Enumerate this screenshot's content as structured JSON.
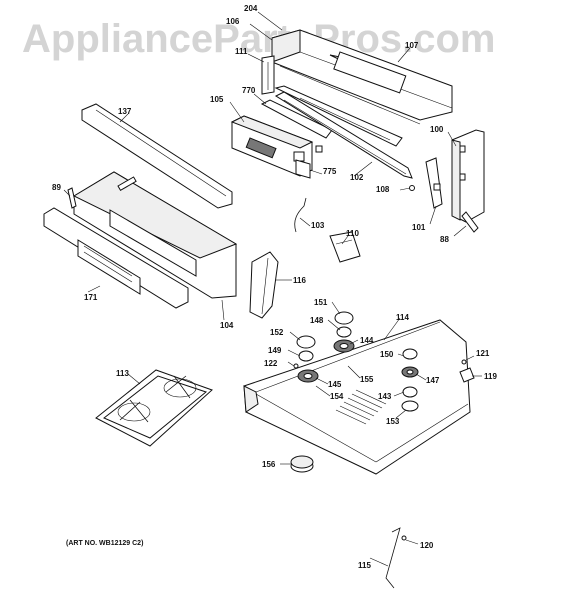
{
  "watermark": "AppliancePartsPros.com",
  "art_number": "(ART NO. WB12129 C2)",
  "callouts": [
    {
      "id": "204",
      "label": "204"
    },
    {
      "id": "106",
      "label": "106"
    },
    {
      "id": "107",
      "label": "107"
    },
    {
      "id": "111",
      "label": "111"
    },
    {
      "id": "770",
      "label": "770"
    },
    {
      "id": "105",
      "label": "105"
    },
    {
      "id": "137",
      "label": "137"
    },
    {
      "id": "100",
      "label": "100"
    },
    {
      "id": "775",
      "label": "775"
    },
    {
      "id": "102",
      "label": "102"
    },
    {
      "id": "108",
      "label": "108"
    },
    {
      "id": "89",
      "label": "89"
    },
    {
      "id": "101",
      "label": "101"
    },
    {
      "id": "88",
      "label": "88"
    },
    {
      "id": "103",
      "label": "103"
    },
    {
      "id": "110",
      "label": "110"
    },
    {
      "id": "116",
      "label": "116"
    },
    {
      "id": "171",
      "label": "171"
    },
    {
      "id": "104",
      "label": "104"
    },
    {
      "id": "151",
      "label": "151"
    },
    {
      "id": "114",
      "label": "114"
    },
    {
      "id": "148",
      "label": "148"
    },
    {
      "id": "152",
      "label": "152"
    },
    {
      "id": "144",
      "label": "144"
    },
    {
      "id": "149",
      "label": "149"
    },
    {
      "id": "150",
      "label": "150"
    },
    {
      "id": "122",
      "label": "122"
    },
    {
      "id": "121",
      "label": "121"
    },
    {
      "id": "113",
      "label": "113"
    },
    {
      "id": "155",
      "label": "155"
    },
    {
      "id": "147",
      "label": "147"
    },
    {
      "id": "119",
      "label": "119"
    },
    {
      "id": "145",
      "label": "145"
    },
    {
      "id": "154",
      "label": "154"
    },
    {
      "id": "143",
      "label": "143"
    },
    {
      "id": "153",
      "label": "153"
    },
    {
      "id": "156",
      "label": "156"
    },
    {
      "id": "120",
      "label": "120"
    },
    {
      "id": "115",
      "label": "115"
    }
  ]
}
